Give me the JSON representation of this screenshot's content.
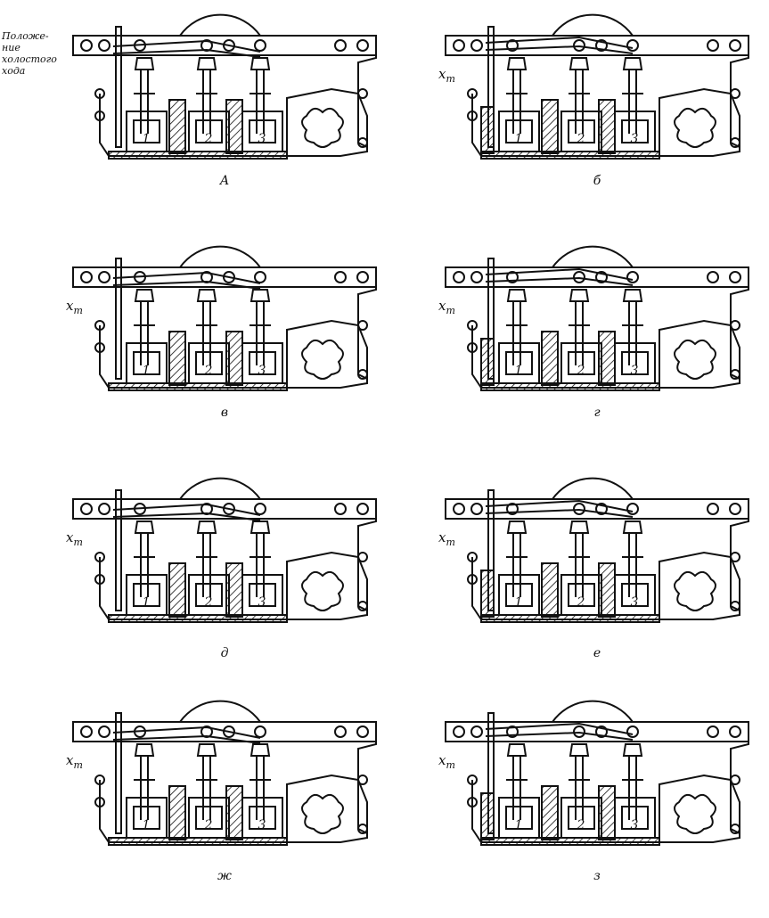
{
  "annotation": {
    "lines": [
      "Положе-",
      "ние",
      "холостого",
      "хода"
    ]
  },
  "shared": {
    "position_label": "x",
    "chamber_numbers": [
      "1",
      "2",
      "3"
    ]
  },
  "panels": [
    {
      "caption": "А",
      "subscript": ""
    },
    {
      "caption": "б",
      "subscript": "т"
    },
    {
      "caption": "в",
      "subscript": "т"
    },
    {
      "caption": "г",
      "subscript": "т"
    },
    {
      "caption": "д",
      "subscript": "т"
    },
    {
      "caption": "е",
      "subscript": "т"
    },
    {
      "caption": "ж",
      "subscript": "т"
    },
    {
      "caption": "з",
      "subscript": "т"
    }
  ]
}
